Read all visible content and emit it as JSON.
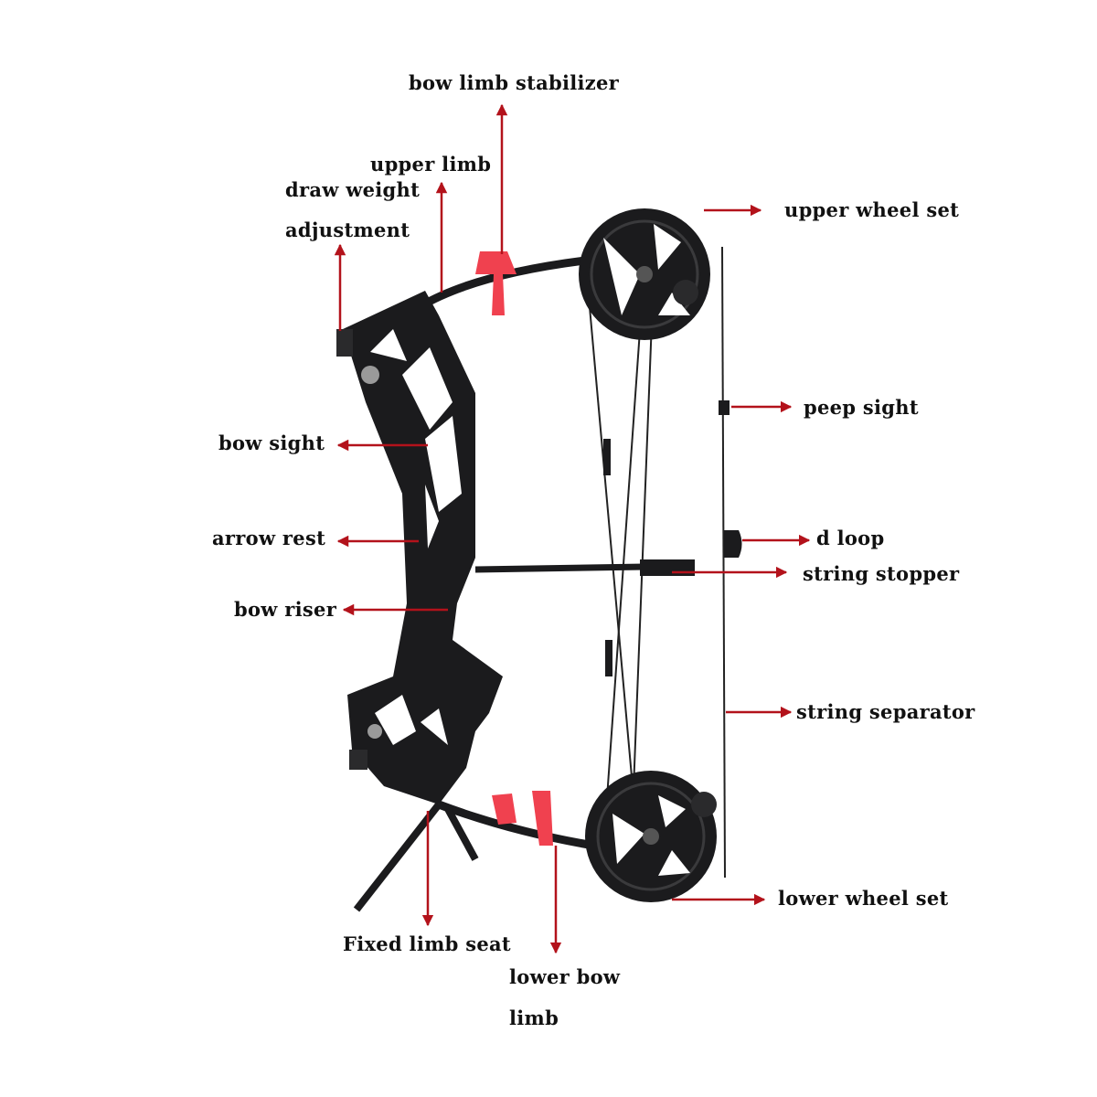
{
  "labels": {
    "bow_limb_stabilizer": "bow limb stabilizer",
    "upper_limb": "upper limb",
    "draw_weight": "draw weight",
    "adjustment": "adjustment",
    "upper_wheel_set": "upper wheel set",
    "peep_sight": "peep sight",
    "bow_sight": "bow sight",
    "arrow_rest": "arrow rest",
    "d_loop": "d loop",
    "string_stopper": "string stopper",
    "bow_riser": "bow riser",
    "string_separator": "string separator",
    "lower_wheel_set": "lower wheel set",
    "fixed_limb_seat": "Fixed limb seat",
    "lower_bow": "lower bow",
    "limb": "limb"
  },
  "colors": {
    "arrow": "#b3121b",
    "bow": "#1b1b1d",
    "accent": "#f0414f",
    "text": "#111111"
  }
}
